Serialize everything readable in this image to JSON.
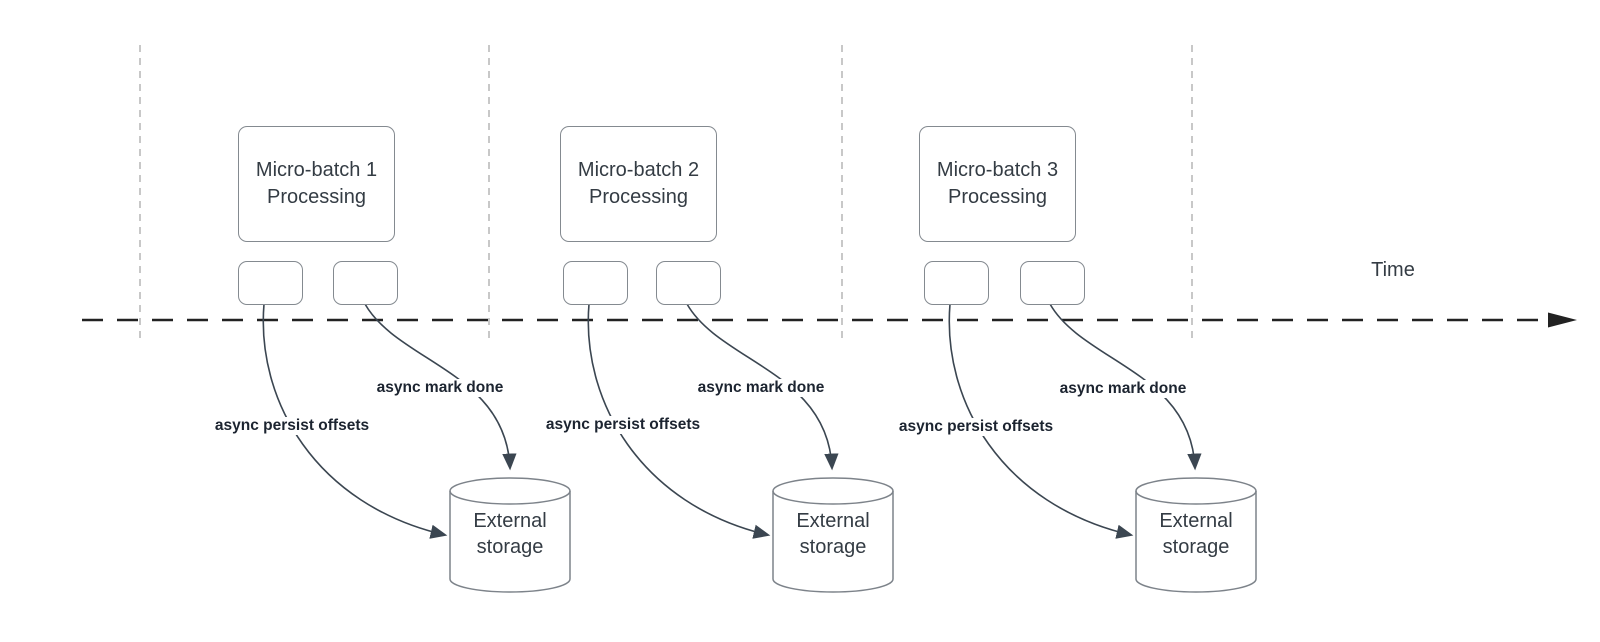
{
  "diagram": {
    "title_hint": "Micro-batch async progress tracking over time",
    "time_axis": {
      "label": "Time"
    },
    "groups": [
      {
        "title_line1": "Micro-batch 1",
        "title_line2": "Processing",
        "persist_label": "async persist offsets",
        "mark_label": "async mark done",
        "storage_line1": "External",
        "storage_line2": "storage"
      },
      {
        "title_line1": "Micro-batch 2",
        "title_line2": "Processing",
        "persist_label": "async persist offsets",
        "mark_label": "async mark done",
        "storage_line1": "External",
        "storage_line2": "storage"
      },
      {
        "title_line1": "Micro-batch 3",
        "title_line2": "Processing",
        "persist_label": "async persist offsets",
        "mark_label": "async mark done",
        "storage_line1": "External",
        "storage_line2": "storage"
      }
    ],
    "colors": {
      "connector": "#3b4651",
      "shape_border": "#848a90",
      "guide_dash": "#b5b5b5",
      "timeline": "#222222",
      "shape_text": "#343c44",
      "label_text": "#1c2430"
    }
  }
}
